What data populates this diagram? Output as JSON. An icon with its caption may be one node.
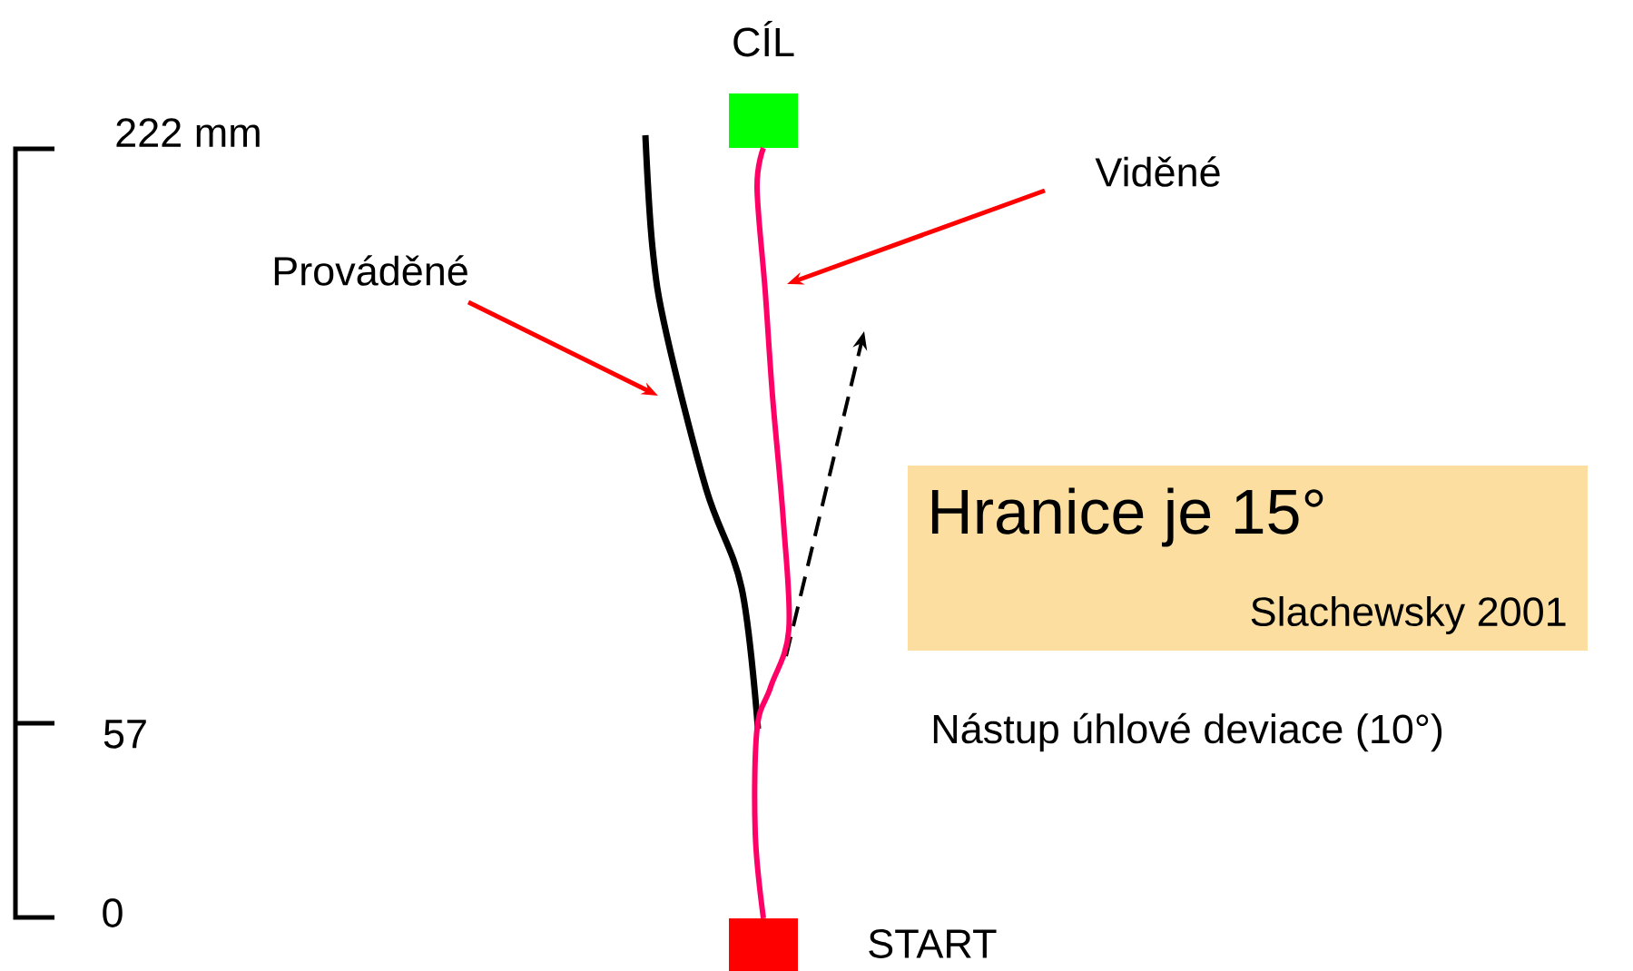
{
  "diagram": {
    "nodes": [
      {
        "text": [
          "CÍL"
        ]
      },
      {
        "text": [
          "START"
        ]
      },
      {
        "text": [
          "Prováděné"
        ]
      },
      {
        "text": [
          "Viděné"
        ]
      },
      {
        "text": [
          "Hranice je 15°",
          "Slachewsky 2001"
        ]
      }
    ],
    "edges": [
      {
        "from": 2,
        "to": null,
        "arrow": "to"
      },
      {
        "from": 3,
        "to": null,
        "arrow": "to"
      },
      {
        "from": 1,
        "to": 0,
        "arrow": "none",
        "color": "#ff0066"
      }
    ],
    "labels": [
      "222 mm",
      "57",
      "0",
      "Nástup úhlové deviace (10°)"
    ]
  }
}
